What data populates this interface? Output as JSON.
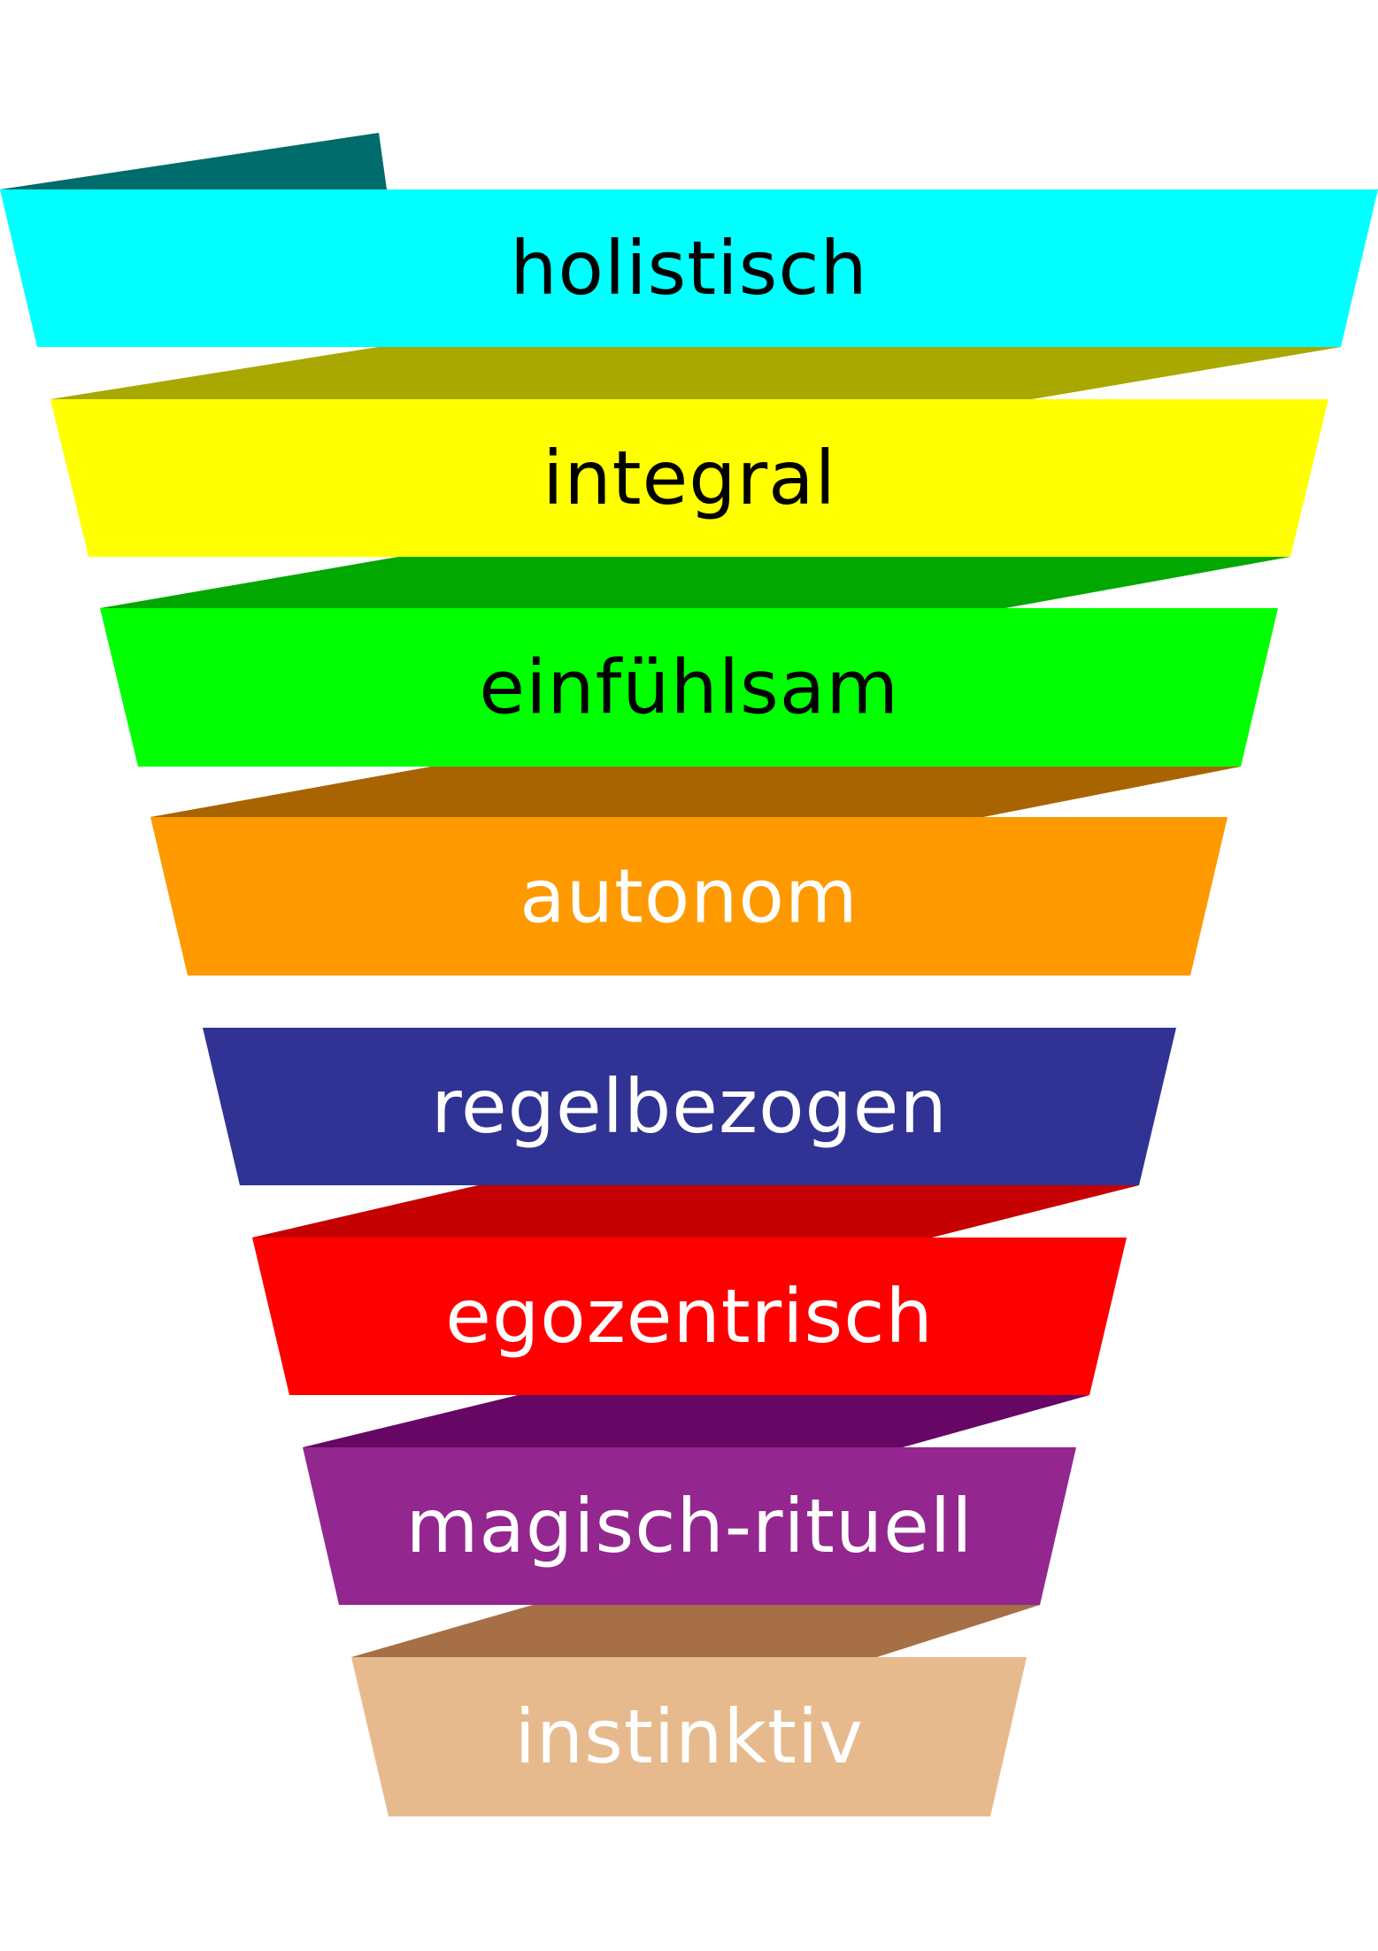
{
  "diagram": {
    "type": "funnel",
    "order": "top-to-bottom",
    "bands": [
      {
        "label": "holistisch",
        "face_color": "#00FFFF",
        "fold_color": "#006B6B",
        "text_color": "#000000"
      },
      {
        "label": "integral",
        "face_color": "#FFFF00",
        "fold_color": "#A9A800",
        "text_color": "#000000"
      },
      {
        "label": "einfühlsam",
        "face_color": "#00FF00",
        "fold_color": "#00A800",
        "text_color": "#000000"
      },
      {
        "label": "autonom",
        "face_color": "#FF9900",
        "fold_color": "#A86400",
        "text_color": "#FFFFFF"
      },
      {
        "label": "regelbezogen",
        "face_color": "#303393",
        "fold_color": null,
        "text_color": "#FFFFFF"
      },
      {
        "label": "egozentrisch",
        "face_color": "#FF0000",
        "fold_color": "#C40000",
        "text_color": "#FFFFFF"
      },
      {
        "label": "magisch-rituell",
        "face_color": "#93278F",
        "fold_color": "#660665",
        "text_color": "#FFFFFF"
      },
      {
        "label": "instinktiv",
        "face_color": "#E7BA8E",
        "fold_color": "#A66F45",
        "text_color": "#FFFFFF"
      }
    ]
  }
}
